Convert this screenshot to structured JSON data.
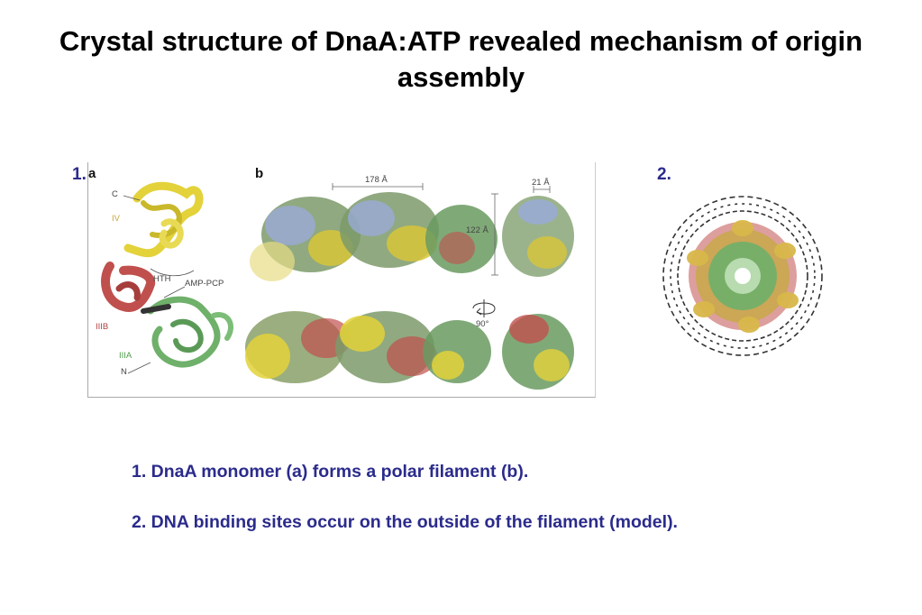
{
  "slide": {
    "title": "Crystal structure of DnaA:ATP revealed mechanism of origin assembly",
    "figure1_number": "1.",
    "figure2_number": "2.",
    "caption1": "1. DnaA monomer (a) forms a polar filament (b).",
    "caption2": "2. DNA binding sites occur on the outside of the filament (model)."
  },
  "figure1": {
    "panel_a": "a",
    "panel_b": "b",
    "labels": {
      "c": "C",
      "iv": "IV",
      "hth": "HTH",
      "amp_pcp": "AMP-PCP",
      "iiib": "IIIB",
      "iiia": "IIIA",
      "n": "N",
      "len_178": "178 Å",
      "len_21": "21 Å",
      "len_122": "122 Å",
      "rot_90": "90°"
    }
  },
  "colors": {
    "title": "#000000",
    "accent_blue": "#2b2b8c",
    "yellow": "#e3d23a",
    "red": "#c0504d",
    "green": "#6fb06a",
    "blue": "#8b9bd0",
    "dna": "#333333"
  }
}
